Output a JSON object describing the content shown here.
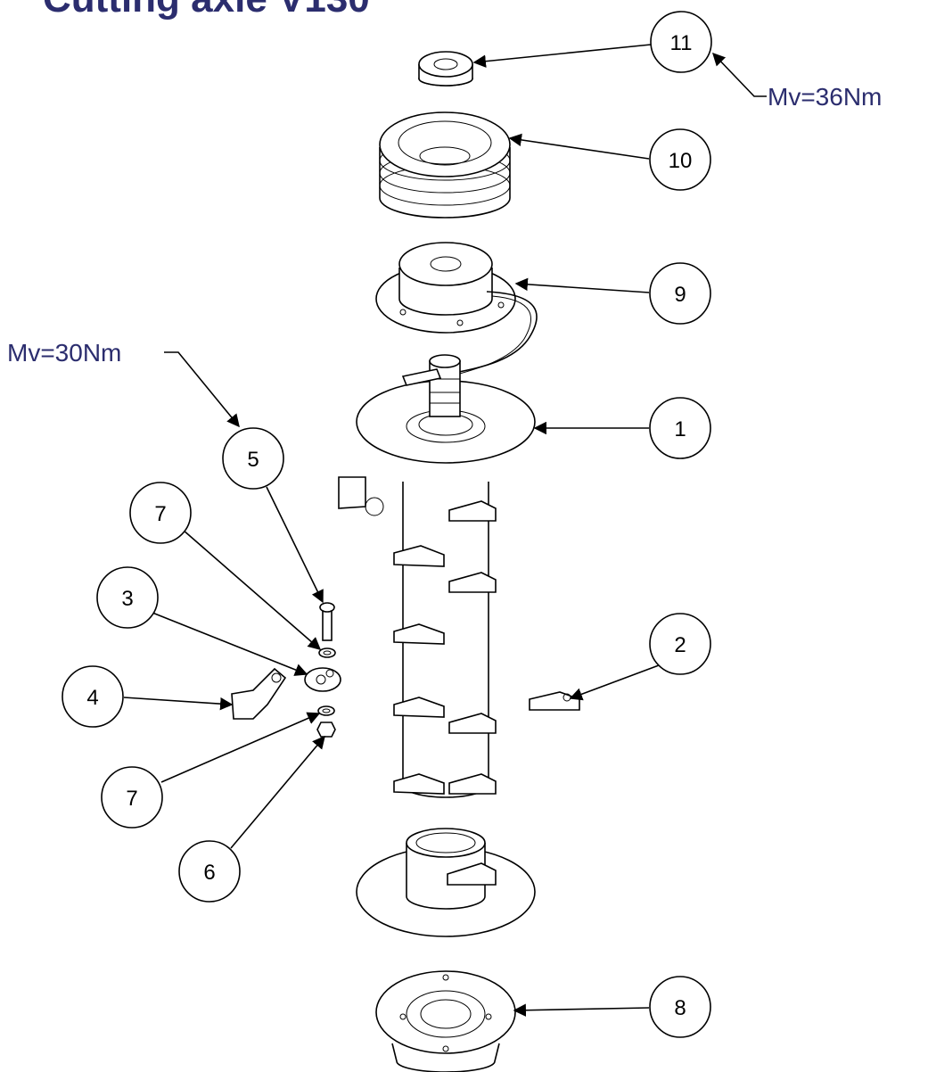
{
  "title": "Cutting axle V130",
  "torque_notes": {
    "top_right": "Mv=36Nm",
    "left": "Mv=30Nm"
  },
  "callouts": {
    "c11": "11",
    "c10": "10",
    "c9": "9",
    "c1": "1",
    "c5": "5",
    "c7a": "7",
    "c3": "3",
    "c4": "4",
    "c2": "2",
    "c7b": "7",
    "c6": "6",
    "c8": "8"
  }
}
